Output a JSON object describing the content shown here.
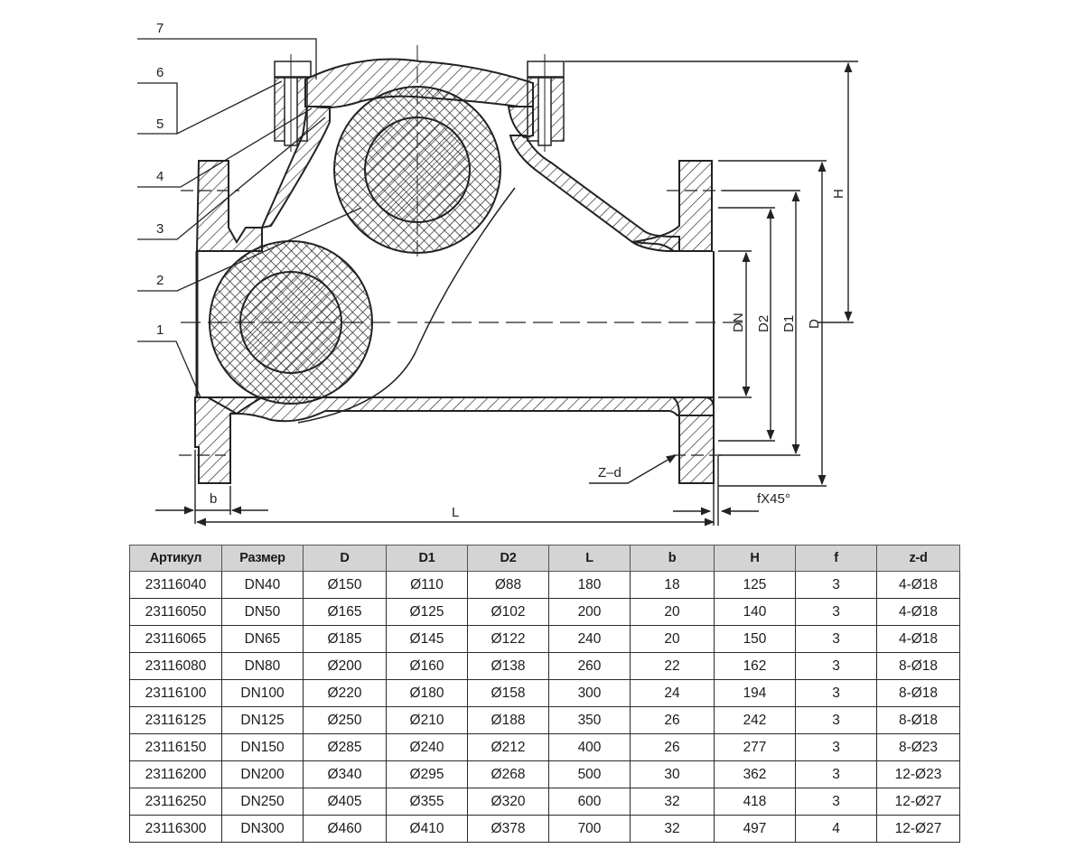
{
  "drawing": {
    "title": "Ball check valve cross-section",
    "part_labels": [
      "1",
      "2",
      "3",
      "4",
      "5",
      "6",
      "7"
    ],
    "dimension_labels": {
      "H": "H",
      "D": "D",
      "D1": "D1",
      "D2": "D2",
      "DN": "DN",
      "L": "L",
      "b": "b",
      "zd": "Z–d",
      "chamfer": "fX45°"
    }
  },
  "table": {
    "headers": [
      "Артикул",
      "Размер",
      "D",
      "D1",
      "D2",
      "L",
      "b",
      "H",
      "f",
      "z-d"
    ],
    "rows": [
      [
        "23116040",
        "DN40",
        "Ø150",
        "Ø110",
        "Ø88",
        "180",
        "18",
        "125",
        "3",
        "4-Ø18"
      ],
      [
        "23116050",
        "DN50",
        "Ø165",
        "Ø125",
        "Ø102",
        "200",
        "20",
        "140",
        "3",
        "4-Ø18"
      ],
      [
        "23116065",
        "DN65",
        "Ø185",
        "Ø145",
        "Ø122",
        "240",
        "20",
        "150",
        "3",
        "4-Ø18"
      ],
      [
        "23116080",
        "DN80",
        "Ø200",
        "Ø160",
        "Ø138",
        "260",
        "22",
        "162",
        "3",
        "8-Ø18"
      ],
      [
        "23116100",
        "DN100",
        "Ø220",
        "Ø180",
        "Ø158",
        "300",
        "24",
        "194",
        "3",
        "8-Ø18"
      ],
      [
        "23116125",
        "DN125",
        "Ø250",
        "Ø210",
        "Ø188",
        "350",
        "26",
        "242",
        "3",
        "8-Ø18"
      ],
      [
        "23116150",
        "DN150",
        "Ø285",
        "Ø240",
        "Ø212",
        "400",
        "26",
        "277",
        "3",
        "8-Ø23"
      ],
      [
        "23116200",
        "DN200",
        "Ø340",
        "Ø295",
        "Ø268",
        "500",
        "30",
        "362",
        "3",
        "12-Ø23"
      ],
      [
        "23116250",
        "DN250",
        "Ø405",
        "Ø355",
        "Ø320",
        "600",
        "32",
        "418",
        "3",
        "12-Ø27"
      ],
      [
        "23116300",
        "DN300",
        "Ø460",
        "Ø410",
        "Ø378",
        "700",
        "32",
        "497",
        "4",
        "12-Ø27"
      ]
    ]
  }
}
